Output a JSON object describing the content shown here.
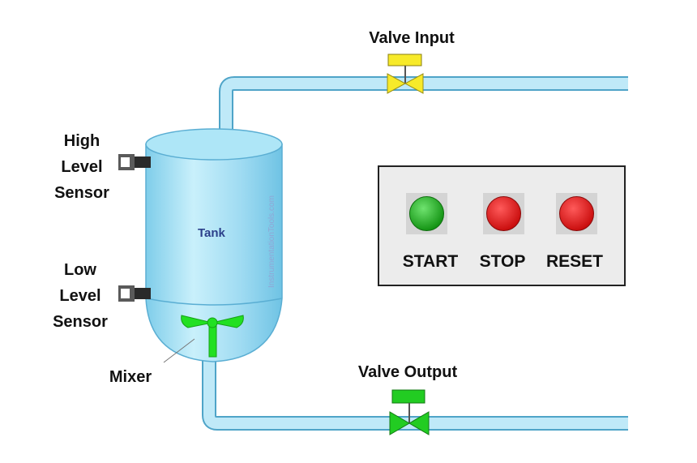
{
  "labels": {
    "valve_input": "Valve Input",
    "valve_output": "Valve Output",
    "high_sensor": [
      "High",
      "Level",
      "Sensor"
    ],
    "low_sensor": [
      "Low",
      "Level",
      "Sensor"
    ],
    "mixer": "Mixer",
    "tank": "Tank",
    "watermark": "InstrumentationTools.com"
  },
  "buttons": {
    "start": {
      "label": "START",
      "color": "#1fa81f"
    },
    "stop": {
      "label": "STOP",
      "color": "#e01a1a"
    },
    "reset": {
      "label": "RESET",
      "color": "#e01a1a"
    }
  },
  "colors": {
    "pipe": "#b9e6f7",
    "pipe_edge": "#4fa4c8",
    "tank": "#9edcf3",
    "valve_input": "#f7ea2a",
    "valve_output": "#22cc22",
    "mixer": "#22e022",
    "panel_bg": "#ececec"
  }
}
